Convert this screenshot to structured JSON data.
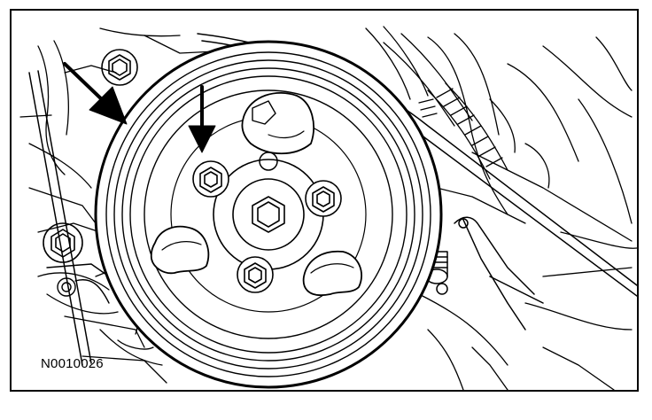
{
  "figure": {
    "id_label": "N0010026",
    "callout_arrows": 2,
    "visible_bolts_on_pulley": 4,
    "colors": {
      "line": "#000000",
      "background": "#ffffff"
    }
  }
}
